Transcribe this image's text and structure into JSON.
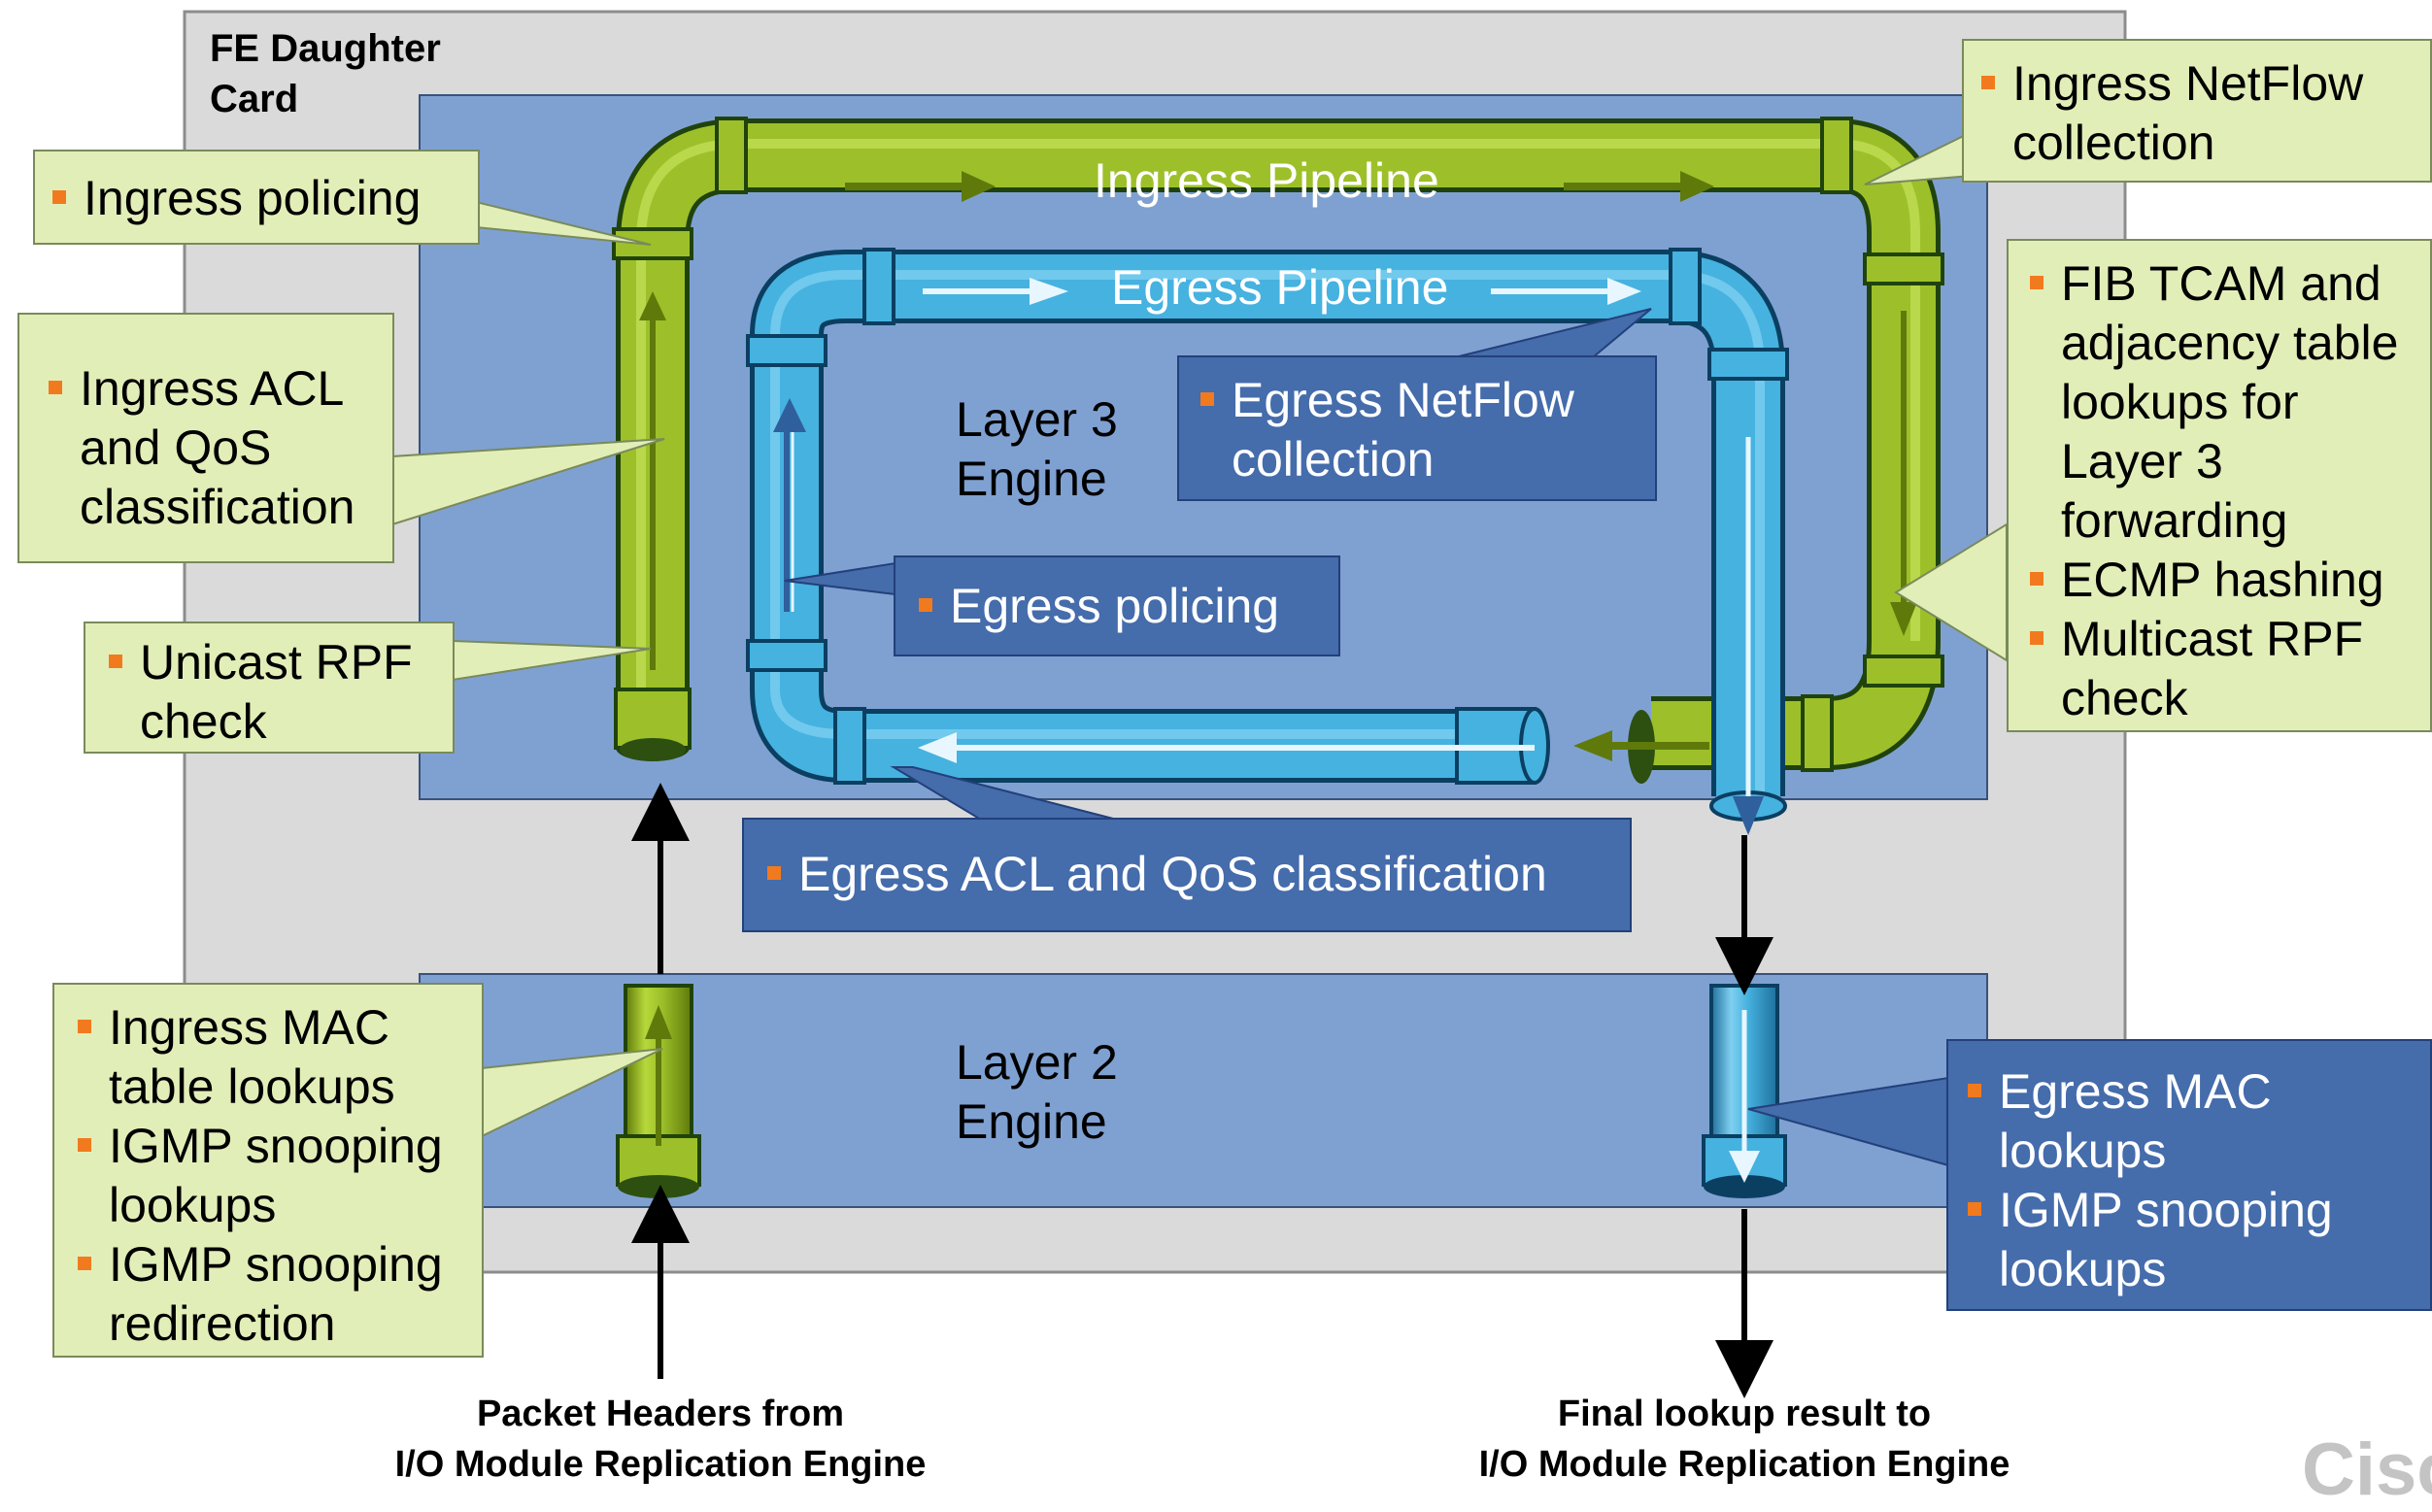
{
  "card": {
    "title_line1": "FE Daughter",
    "title_line2": "Card"
  },
  "engines": {
    "layer3_line1": "Layer 3",
    "layer3_line2": "Engine",
    "layer2_line1": "Layer 2",
    "layer2_line2": "Engine"
  },
  "pipelines": {
    "ingress": "Ingress Pipeline",
    "egress": "Egress Pipeline"
  },
  "callouts": {
    "ingress_policing": [
      "Ingress policing"
    ],
    "ingress_acl": [
      "Ingress ACL and QoS classification"
    ],
    "unicast_rpf": [
      "Unicast RPF check"
    ],
    "ingress_netflow": [
      "Ingress NetFlow collection"
    ],
    "fib": [
      "FIB TCAM and adjacency table lookups for Layer 3 forwarding",
      "ECMP hashing",
      "Multicast RPF check"
    ],
    "egress_netflow": [
      "Egress NetFlow collection"
    ],
    "egress_policing": [
      "Egress policing"
    ],
    "egress_acl": [
      "Egress ACL and QoS classification"
    ],
    "ingress_mac": [
      "Ingress MAC table lookups",
      "IGMP snooping lookups",
      "IGMP snooping redirection"
    ],
    "egress_mac": [
      "Egress MAC lookups",
      "IGMP snooping lookups"
    ]
  },
  "bottom": {
    "left_line1": "Packet Headers from",
    "left_line2": "I/O Module Replication Engine",
    "right_line1": "Final lookup result to",
    "right_line2": "I/O Module Replication Engine"
  },
  "logo": "Cisc",
  "colors": {
    "ingress_pipe": "#9dc02a",
    "egress_pipe": "#46b2e0",
    "engine_bg": "#7fa1d2",
    "card_bg": "#dadada",
    "bullet": "#f27a1e"
  }
}
